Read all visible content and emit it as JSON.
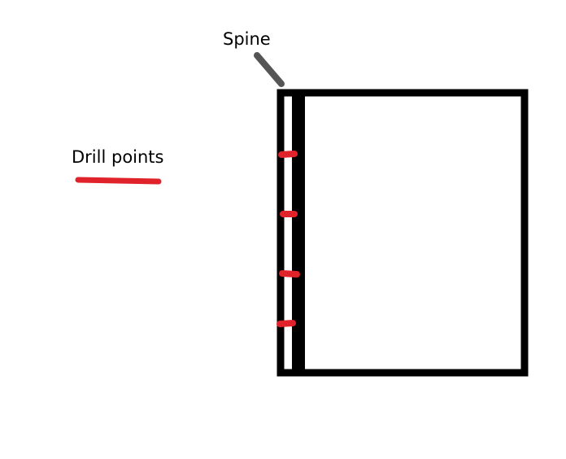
{
  "labels": {
    "spine": "Spine",
    "drill_points": "Drill points"
  },
  "colors": {
    "outline": "#000000",
    "drill_mark": "#e0222a",
    "pointer": "#555555",
    "background": "#ffffff"
  },
  "drill_point_count": 4
}
